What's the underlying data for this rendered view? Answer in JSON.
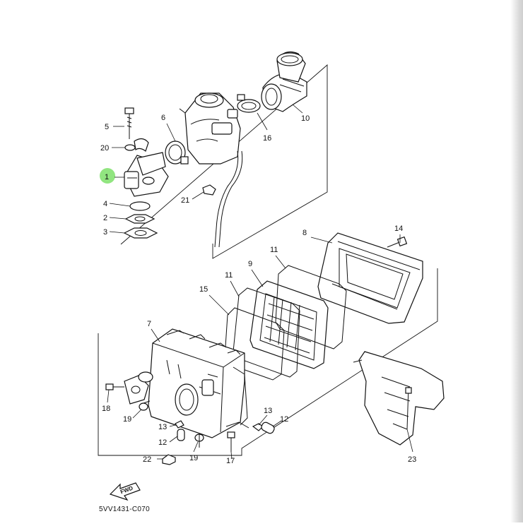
{
  "diagram": {
    "drawing_code": "5VV1431-C070",
    "direction_label": "FWD",
    "highlight_color": "#7ee06a",
    "callouts": {
      "p1": "1",
      "p2": "2",
      "p3": "3",
      "p4": "4",
      "p5": "5",
      "p6": "6",
      "p7": "7",
      "p8": "8",
      "p9": "9",
      "p10": "10",
      "p11a": "11",
      "p11b": "11",
      "p12a": "12",
      "p12b": "12",
      "p13a": "13",
      "p13b": "13",
      "p14": "14",
      "p15": "15",
      "p16": "16",
      "p17": "17",
      "p18": "18",
      "p19a": "19",
      "p19b": "19",
      "p20": "20",
      "p21": "21",
      "p22": "22",
      "p23": "23"
    }
  }
}
